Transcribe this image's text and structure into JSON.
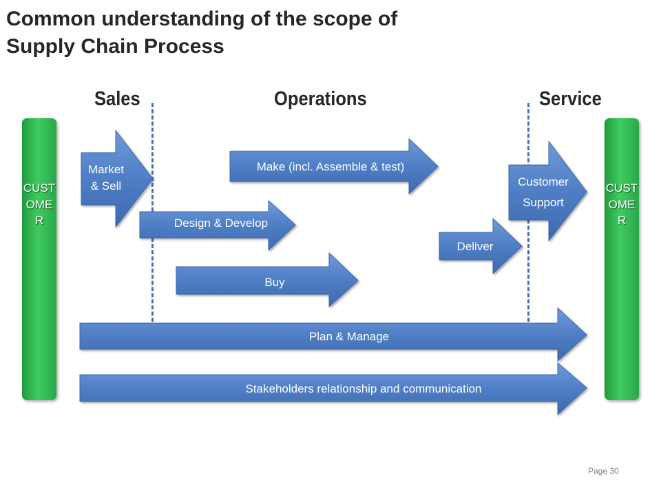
{
  "title": {
    "line1": "Common understanding of the scope of",
    "line2": "Supply Chain Process"
  },
  "sections": {
    "sales": "Sales",
    "operations": "Operations",
    "service": "Service"
  },
  "customer_label": "CUSTOMER",
  "steps": {
    "market_sell": [
      "Market",
      "& Sell"
    ],
    "make": "Make (incl. Assemble & test)",
    "design": "Design & Develop",
    "buy": "Buy",
    "deliver": "Deliver",
    "customer_support": [
      "Customer",
      "Support"
    ],
    "plan": "Plan & Manage",
    "stakeholders": "Stakeholders relationship and communication"
  },
  "page_label": "Page 30",
  "colors": {
    "arrow_fill": "#4f7ec5",
    "arrow_border": "#3a66a9",
    "customer_green": "#2fb04e",
    "divider": "#4a72b8"
  }
}
